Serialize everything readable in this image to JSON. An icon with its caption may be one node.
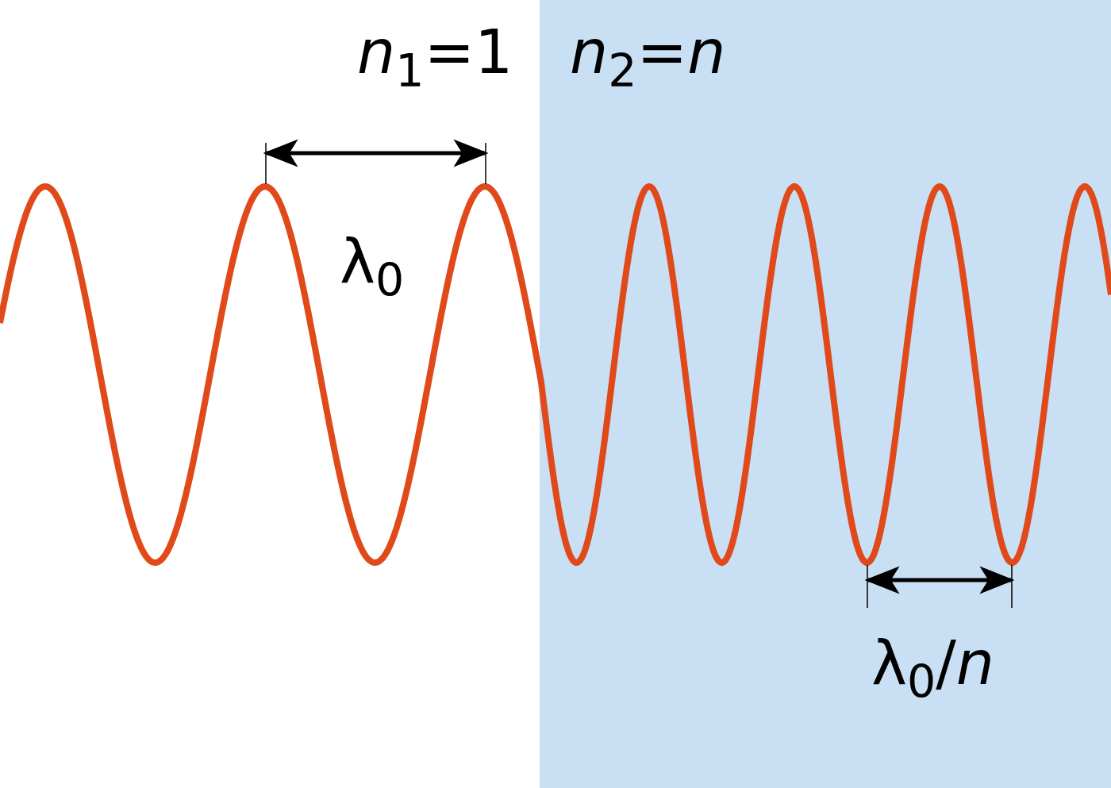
{
  "diagram": {
    "labels": [
      "*n*$_{1}$=1",
      "*n*$_{2}$=*n*",
      "λ$_{0}$",
      "λ$_{0}$/*n*"
    ]
  }
}
